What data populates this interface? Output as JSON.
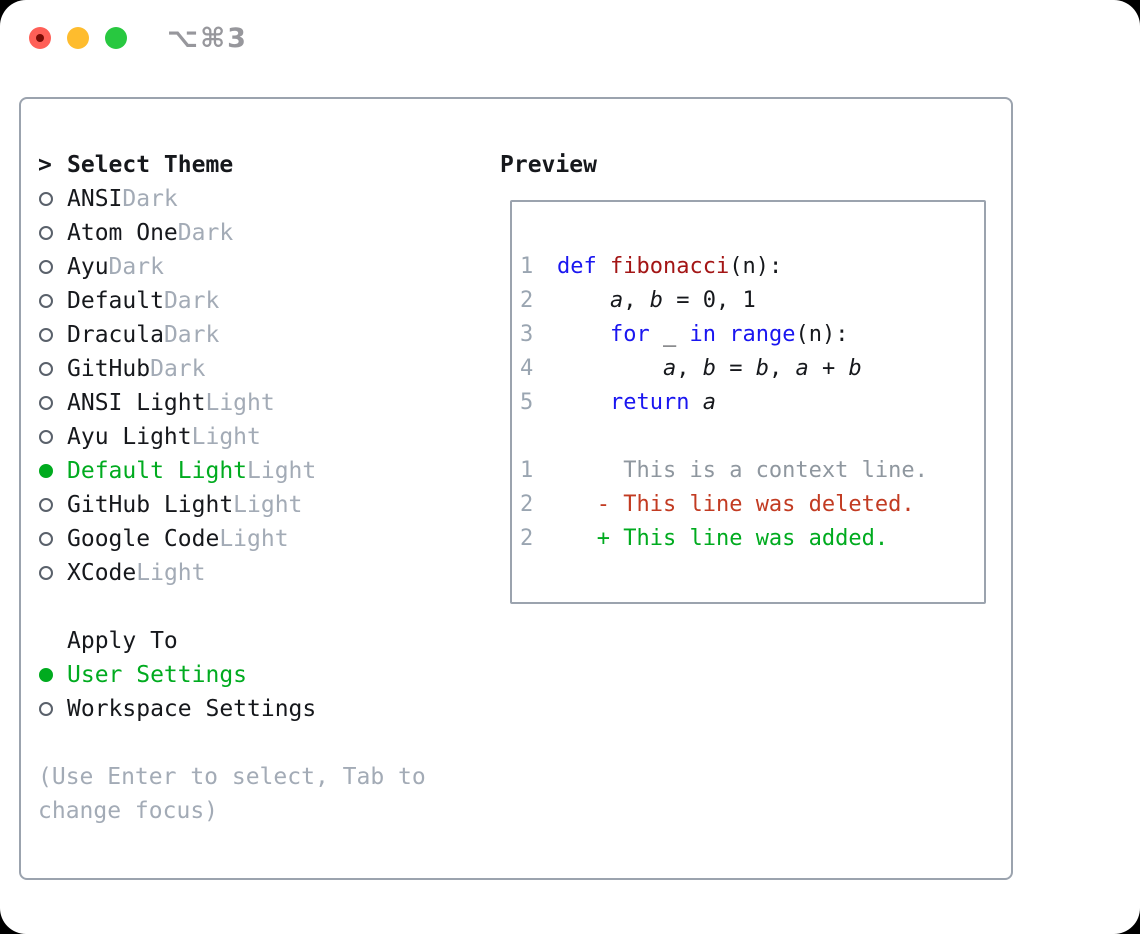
{
  "window": {
    "shortcut_label": "⌥⌘3"
  },
  "colors": {
    "accent_green": "#00ab1f",
    "diff_red": "#c23b22",
    "keyword_blue": "#1a16f0",
    "function_red": "#a31515",
    "muted": "#a3abb6",
    "border": "#9ba3ae",
    "text": "#16181c",
    "radio_ring": "#5a616b",
    "line_number_gray": "#9aa5b1",
    "context_gray": "#8f979f",
    "traffic_red": "#ff5f57",
    "traffic_yellow": "#febc2e",
    "traffic_green": "#28c840"
  },
  "sidebar": {
    "title_marker": ">",
    "title": "Select Theme",
    "themes": [
      {
        "name": "ANSI",
        "variant": "Dark",
        "selected": false
      },
      {
        "name": "Atom One",
        "variant": "Dark",
        "selected": false
      },
      {
        "name": "Ayu",
        "variant": "Dark",
        "selected": false
      },
      {
        "name": "Default",
        "variant": "Dark",
        "selected": false
      },
      {
        "name": "Dracula",
        "variant": "Dark",
        "selected": false
      },
      {
        "name": "GitHub",
        "variant": "Dark",
        "selected": false
      },
      {
        "name": "ANSI Light",
        "variant": "Light",
        "selected": false
      },
      {
        "name": "Ayu Light",
        "variant": "Light",
        "selected": false
      },
      {
        "name": "Default Light",
        "variant": "Light",
        "selected": true
      },
      {
        "name": "GitHub Light",
        "variant": "Light",
        "selected": false
      },
      {
        "name": "Google Code",
        "variant": "Light",
        "selected": false
      },
      {
        "name": "XCode",
        "variant": "Light",
        "selected": false
      }
    ],
    "apply_to": {
      "label": "Apply To",
      "options": [
        {
          "label": "User Settings",
          "selected": true
        },
        {
          "label": "Workspace Settings",
          "selected": false
        }
      ]
    },
    "hint_lines": [
      "(Use Enter to select, Tab to",
      "change focus)"
    ]
  },
  "preview": {
    "title": "Preview",
    "lines": [
      {
        "num": "1",
        "segments": [
          {
            "t": "def",
            "c": "kw"
          },
          {
            "t": " "
          },
          {
            "t": "fibonacci",
            "c": "fn"
          },
          {
            "t": "(n):"
          }
        ]
      },
      {
        "num": "2",
        "segments": [
          {
            "t": "    "
          },
          {
            "t": "a",
            "c": "v"
          },
          {
            "t": ", "
          },
          {
            "t": "b",
            "c": "v"
          },
          {
            "t": " = 0, 1"
          }
        ]
      },
      {
        "num": "3",
        "segments": [
          {
            "t": "    "
          },
          {
            "t": "for",
            "c": "kw"
          },
          {
            "t": " _ "
          },
          {
            "t": "in",
            "c": "kw"
          },
          {
            "t": " "
          },
          {
            "t": "range",
            "c": "kw"
          },
          {
            "t": "(n):"
          }
        ]
      },
      {
        "num": "4",
        "segments": [
          {
            "t": "        "
          },
          {
            "t": "a",
            "c": "v"
          },
          {
            "t": ", "
          },
          {
            "t": "b",
            "c": "v"
          },
          {
            "t": " = "
          },
          {
            "t": "b",
            "c": "v"
          },
          {
            "t": ", "
          },
          {
            "t": "a",
            "c": "v"
          },
          {
            "t": " + "
          },
          {
            "t": "b",
            "c": "v"
          }
        ]
      },
      {
        "num": "5",
        "segments": [
          {
            "t": "    "
          },
          {
            "t": "return",
            "c": "kw"
          },
          {
            "t": " "
          },
          {
            "t": "a",
            "c": "v"
          }
        ]
      },
      {
        "num": "",
        "segments": []
      },
      {
        "num": "1",
        "segments": [
          {
            "t": "     "
          },
          {
            "t": "This is a context line.",
            "c": "ctx"
          }
        ]
      },
      {
        "num": "2",
        "segments": [
          {
            "t": "   "
          },
          {
            "t": "- This line was deleted.",
            "c": "del"
          }
        ]
      },
      {
        "num": "2",
        "segments": [
          {
            "t": "   "
          },
          {
            "t": "+ This line was added.",
            "c": "add"
          }
        ]
      }
    ]
  }
}
